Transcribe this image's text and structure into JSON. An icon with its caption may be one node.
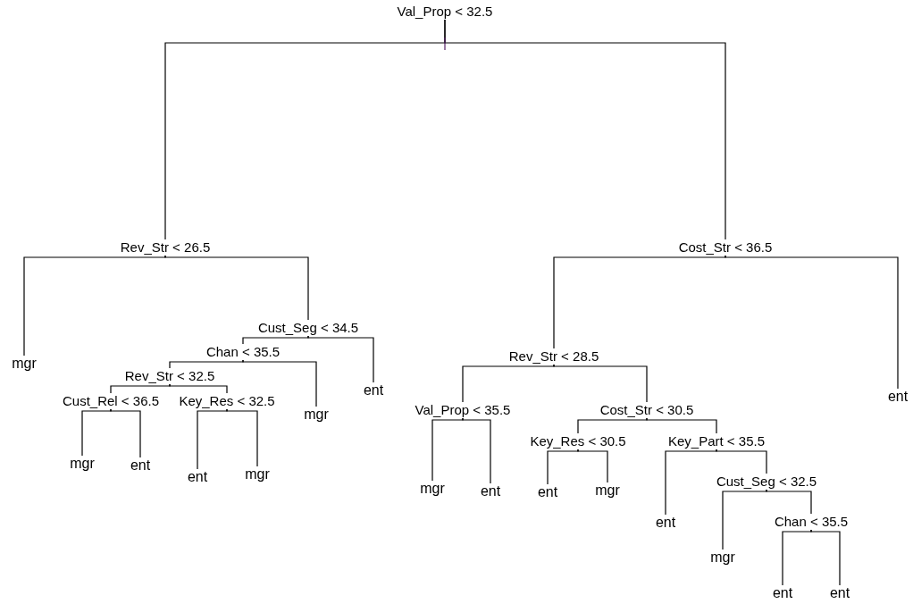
{
  "diagram": {
    "nodes": [
      {
        "text": [
          "Val_Prop < 32.5"
        ]
      },
      {
        "text": [
          "Rev_Str < 26.5"
        ]
      },
      {
        "text": [
          "mgr"
        ]
      },
      {
        "text": [
          "Cust_Seg < 34.5"
        ]
      },
      {
        "text": [
          "Chan < 35.5"
        ]
      },
      {
        "text": [
          "Rev_Str < 32.5"
        ]
      },
      {
        "text": [
          "Cust_Rel < 36.5"
        ]
      },
      {
        "text": [
          "mgr"
        ]
      },
      {
        "text": [
          "ent"
        ]
      },
      {
        "text": [
          "Key_Res < 32.5"
        ]
      },
      {
        "text": [
          "ent"
        ]
      },
      {
        "text": [
          "mgr"
        ]
      },
      {
        "text": [
          "mgr"
        ]
      },
      {
        "text": [
          "ent"
        ]
      },
      {
        "text": [
          "Cost_Str < 36.5"
        ]
      },
      {
        "text": [
          "Rev_Str < 28.5"
        ]
      },
      {
        "text": [
          "Val_Prop < 35.5"
        ]
      },
      {
        "text": [
          "mgr"
        ]
      },
      {
        "text": [
          "ent"
        ]
      },
      {
        "text": [
          "Cost_Str < 30.5"
        ]
      },
      {
        "text": [
          "Key_Res < 30.5"
        ]
      },
      {
        "text": [
          "ent"
        ]
      },
      {
        "text": [
          "mgr"
        ]
      },
      {
        "text": [
          "Key_Part < 35.5"
        ]
      },
      {
        "text": [
          "ent"
        ]
      },
      {
        "text": [
          "Cust_Seg < 32.5"
        ]
      },
      {
        "text": [
          "mgr"
        ]
      },
      {
        "text": [
          "Chan < 35.5"
        ]
      },
      {
        "text": [
          "ent"
        ]
      },
      {
        "text": [
          "ent"
        ]
      },
      {
        "text": [
          "ent"
        ]
      }
    ],
    "edges": [
      {
        "from": 0,
        "to": 1,
        "arrow": "none"
      },
      {
        "from": 0,
        "to": 14,
        "arrow": "none"
      },
      {
        "from": 1,
        "to": 2,
        "arrow": "none"
      },
      {
        "from": 1,
        "to": 3,
        "arrow": "none"
      },
      {
        "from": 3,
        "to": 4,
        "arrow": "none"
      },
      {
        "from": 3,
        "to": 13,
        "arrow": "none"
      },
      {
        "from": 4,
        "to": 5,
        "arrow": "none"
      },
      {
        "from": 4,
        "to": 12,
        "arrow": "none"
      },
      {
        "from": 5,
        "to": 6,
        "arrow": "none"
      },
      {
        "from": 5,
        "to": 9,
        "arrow": "none"
      },
      {
        "from": 6,
        "to": 7,
        "arrow": "none"
      },
      {
        "from": 6,
        "to": 8,
        "arrow": "none"
      },
      {
        "from": 9,
        "to": 10,
        "arrow": "none"
      },
      {
        "from": 9,
        "to": 11,
        "arrow": "none"
      },
      {
        "from": 14,
        "to": 15,
        "arrow": "none"
      },
      {
        "from": 14,
        "to": 30,
        "arrow": "none"
      },
      {
        "from": 15,
        "to": 16,
        "arrow": "none"
      },
      {
        "from": 15,
        "to": 19,
        "arrow": "none"
      },
      {
        "from": 16,
        "to": 17,
        "arrow": "none"
      },
      {
        "from": 16,
        "to": 18,
        "arrow": "none"
      },
      {
        "from": 19,
        "to": 20,
        "arrow": "none"
      },
      {
        "from": 19,
        "to": 23,
        "arrow": "none"
      },
      {
        "from": 20,
        "to": 21,
        "arrow": "none"
      },
      {
        "from": 20,
        "to": 22,
        "arrow": "none"
      },
      {
        "from": 23,
        "to": 24,
        "arrow": "none"
      },
      {
        "from": 23,
        "to": 25,
        "arrow": "none"
      },
      {
        "from": 25,
        "to": 26,
        "arrow": "none"
      },
      {
        "from": 25,
        "to": 27,
        "arrow": "none"
      },
      {
        "from": 27,
        "to": 28,
        "arrow": "none"
      },
      {
        "from": 27,
        "to": 29,
        "arrow": "none"
      }
    ]
  }
}
